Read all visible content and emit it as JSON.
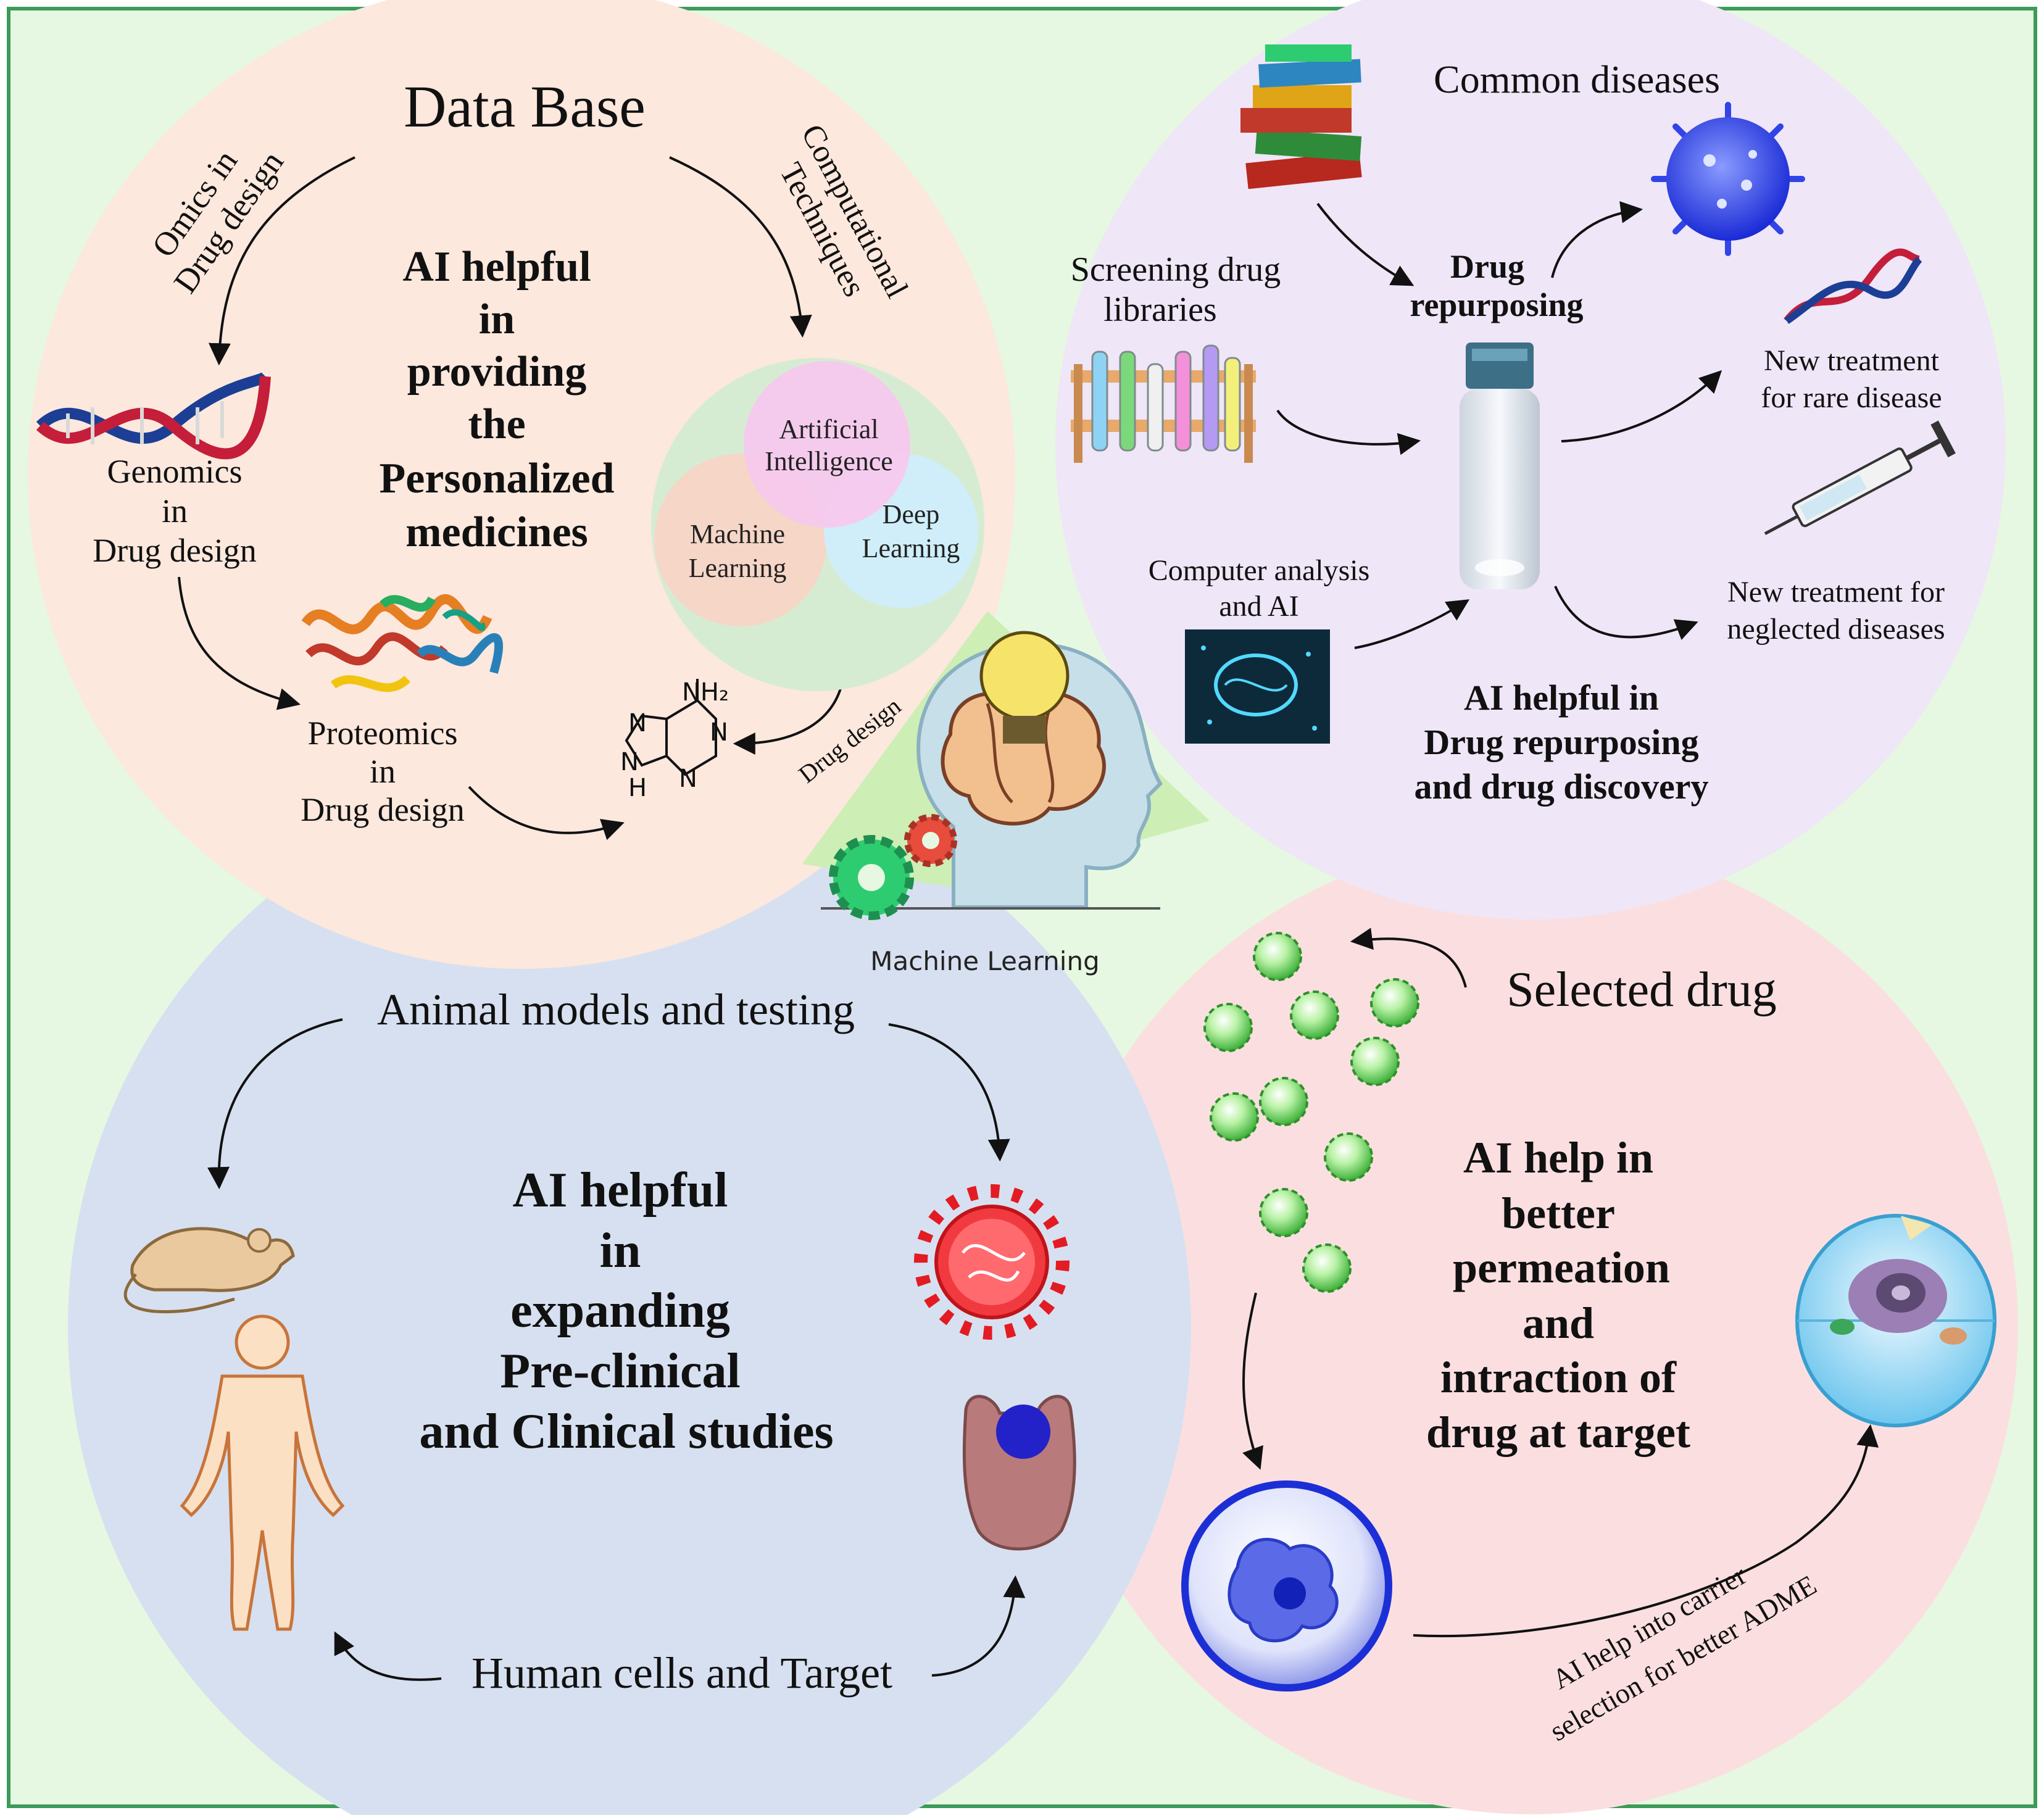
{
  "colors": {
    "frame_bg": "#e6f8e1",
    "frame_border": "#3d9b5a",
    "circle_database": "#fce8dd",
    "circle_repurposing": "#efe6f7",
    "circle_clinical": "#d7e0f0",
    "circle_target": "#fbdfe0",
    "center_diamond": "#cdeeb5",
    "arrow": "#111111"
  },
  "database": {
    "title": "Data Base",
    "omics_label_line1": "Omics in",
    "omics_label_line2": "Drug design",
    "computational_line1": "Computational",
    "computational_line2": "Techniques",
    "main_line1": "AI helpful",
    "main_line2": "in",
    "main_line3": "providing",
    "main_line4": "the",
    "main_line5": "Personalized",
    "main_line6": "medicines",
    "genomics_line1": "Genomics",
    "genomics_line2": "in",
    "genomics_line3": "Drug design",
    "proteomics_line1": "Proteomics",
    "proteomics_line2": "in",
    "proteomics_line3": "Drug design",
    "venn_ai_line1": "Artificial",
    "venn_ai_line2": "Intelligence",
    "venn_ml_line1": "Machine",
    "venn_ml_line2": "Learning",
    "venn_dl_line1": "Deep",
    "venn_dl_line2": "Learning",
    "drug_design_label": "Drug design",
    "molecule_nh2": "NH₂",
    "molecule_n": "N",
    "molecule_h": "H"
  },
  "repurposing": {
    "common_diseases": "Common diseases",
    "screening_line1": "Screening drug",
    "screening_line2": "libraries",
    "drug_repurposing_line1": "Drug",
    "drug_repurposing_line2": "repurposing",
    "rare_line1": "New treatment",
    "rare_line2": "for rare disease",
    "neglected_line1": "New treatment for",
    "neglected_line2": "neglected diseases",
    "computer_line1": "Computer analysis",
    "computer_line2": "and AI",
    "main_line1": "AI helpful in",
    "main_line2": "Drug repurposing",
    "main_line3": "and drug discovery"
  },
  "center": {
    "label": "Machine Learning"
  },
  "clinical": {
    "animal_models": "Animal models and testing",
    "human_cells": "Human cells and Target",
    "main_line1": "AI helpful",
    "main_line2": "in",
    "main_line3": "expanding",
    "main_line4": "Pre-clinical",
    "main_line5": "and Clinical studies"
  },
  "target": {
    "selected_drug": "Selected drug",
    "main_line1": "AI help in",
    "main_line2": "better",
    "main_line3": "permeation",
    "main_line4": "and",
    "main_line5": "intraction of",
    "main_line6": "drug at target",
    "carrier_line1": "AI help into carrier",
    "carrier_line2": "selection for better ADME"
  }
}
